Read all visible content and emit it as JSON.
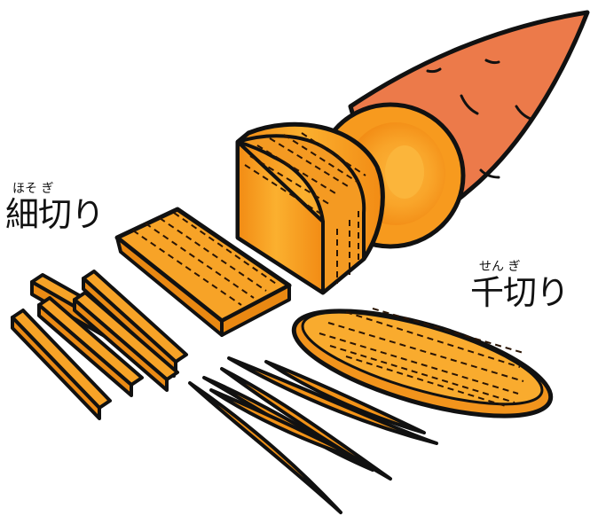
{
  "labels": {
    "hosogiri": {
      "ruby": "ほそ ぎ",
      "text": "細切り"
    },
    "sengiri": {
      "ruby": "せん ぎ",
      "text": "千切り"
    }
  },
  "colors": {
    "outline": "#111111",
    "carrot_skin": "#ec7a4a",
    "carrot_cut": "#f79a1e",
    "carrot_core": "#fbb53b",
    "cut_face": "#f29318",
    "dash": "#2a1505",
    "background": "#ffffff"
  },
  "illustration": {
    "subject": "carrot",
    "cuts": [
      "round cut end",
      "half-moon block",
      "plank",
      "thin sticks",
      "oval slice",
      "julienne strips"
    ]
  }
}
